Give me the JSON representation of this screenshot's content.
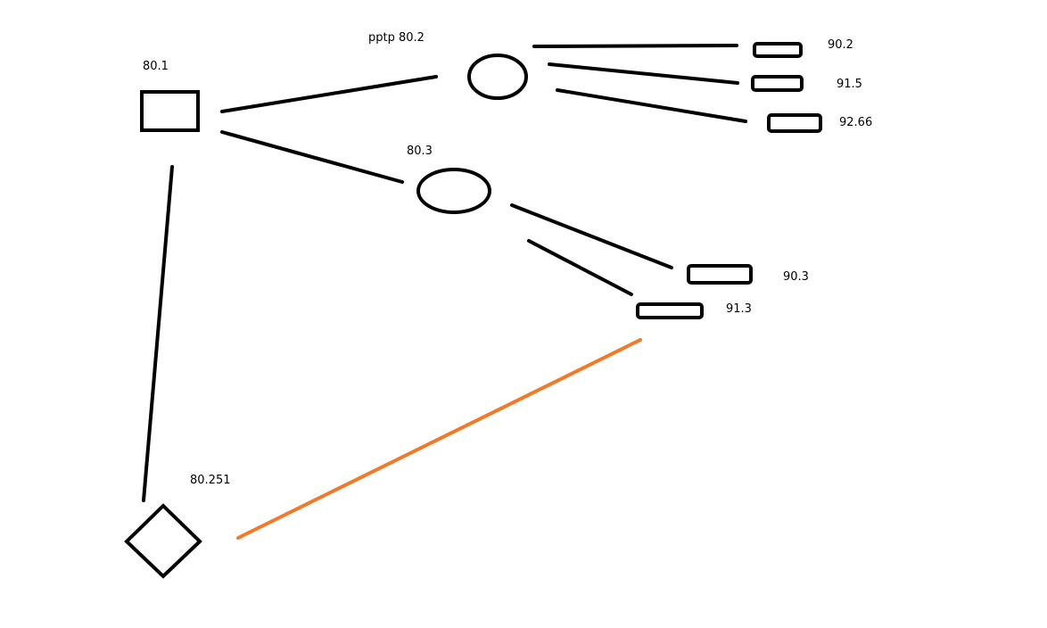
{
  "colors": {
    "stroke": "#000000",
    "highlight_link": "#f07a2a",
    "background": "#ffffff"
  },
  "nodes": {
    "router_80_1": {
      "label": "80.1",
      "shape": "rectangle"
    },
    "pptp_80_2": {
      "label": "pptp 80.2",
      "shape": "ellipse"
    },
    "router_80_3": {
      "label": "80.3",
      "shape": "ellipse"
    },
    "host_90_2": {
      "label": "90.2",
      "shape": "rounded-rectangle"
    },
    "host_91_5": {
      "label": "91.5",
      "shape": "rounded-rectangle"
    },
    "host_92_66": {
      "label": "92.66",
      "shape": "rounded-rectangle"
    },
    "host_90_3": {
      "label": "90.3",
      "shape": "rounded-rectangle"
    },
    "host_91_3": {
      "label": "91.3",
      "shape": "rounded-rectangle"
    },
    "node_80_251": {
      "label": "80.251",
      "shape": "diamond"
    }
  },
  "edges": [
    {
      "from": "80.1",
      "to": "pptp 80.2",
      "color": "#000000"
    },
    {
      "from": "80.1",
      "to": "80.3",
      "color": "#000000"
    },
    {
      "from": "80.1",
      "to": "80.251",
      "color": "#000000"
    },
    {
      "from": "pptp 80.2",
      "to": "90.2",
      "color": "#000000"
    },
    {
      "from": "pptp 80.2",
      "to": "91.5",
      "color": "#000000"
    },
    {
      "from": "pptp 80.2",
      "to": "92.66",
      "color": "#000000"
    },
    {
      "from": "80.3",
      "to": "90.3",
      "color": "#000000"
    },
    {
      "from": "80.3",
      "to": "91.3",
      "color": "#000000"
    },
    {
      "from": "80.251",
      "to": "91.3",
      "color": "#f07a2a"
    }
  ]
}
